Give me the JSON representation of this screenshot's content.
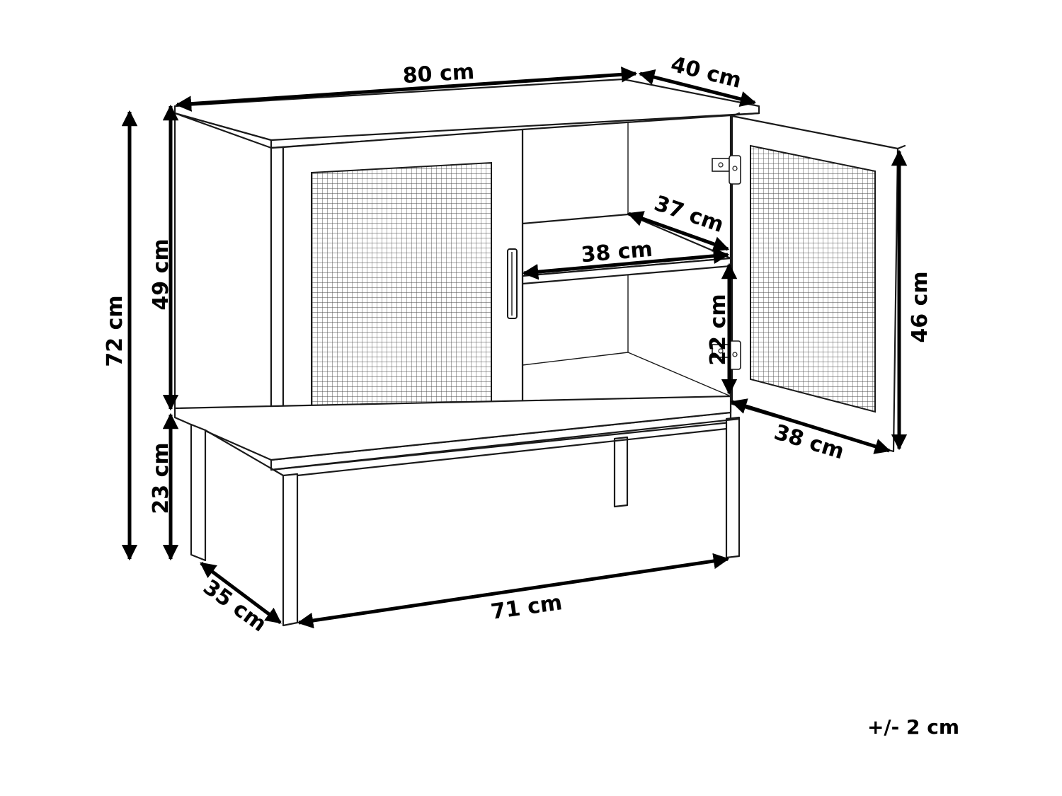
{
  "dimensions": {
    "width_top": "80 cm",
    "depth_top": "40 cm",
    "height_total": "72 cm",
    "height_body": "49 cm",
    "height_legs": "23 cm",
    "leg_depth": "35 cm",
    "leg_width": "71 cm",
    "shelf_width": "38 cm",
    "shelf_depth": "37 cm",
    "shelf_height": "22 cm",
    "door_height": "46 cm",
    "door_width": "38 cm"
  },
  "tolerance": "+/- 2 cm"
}
